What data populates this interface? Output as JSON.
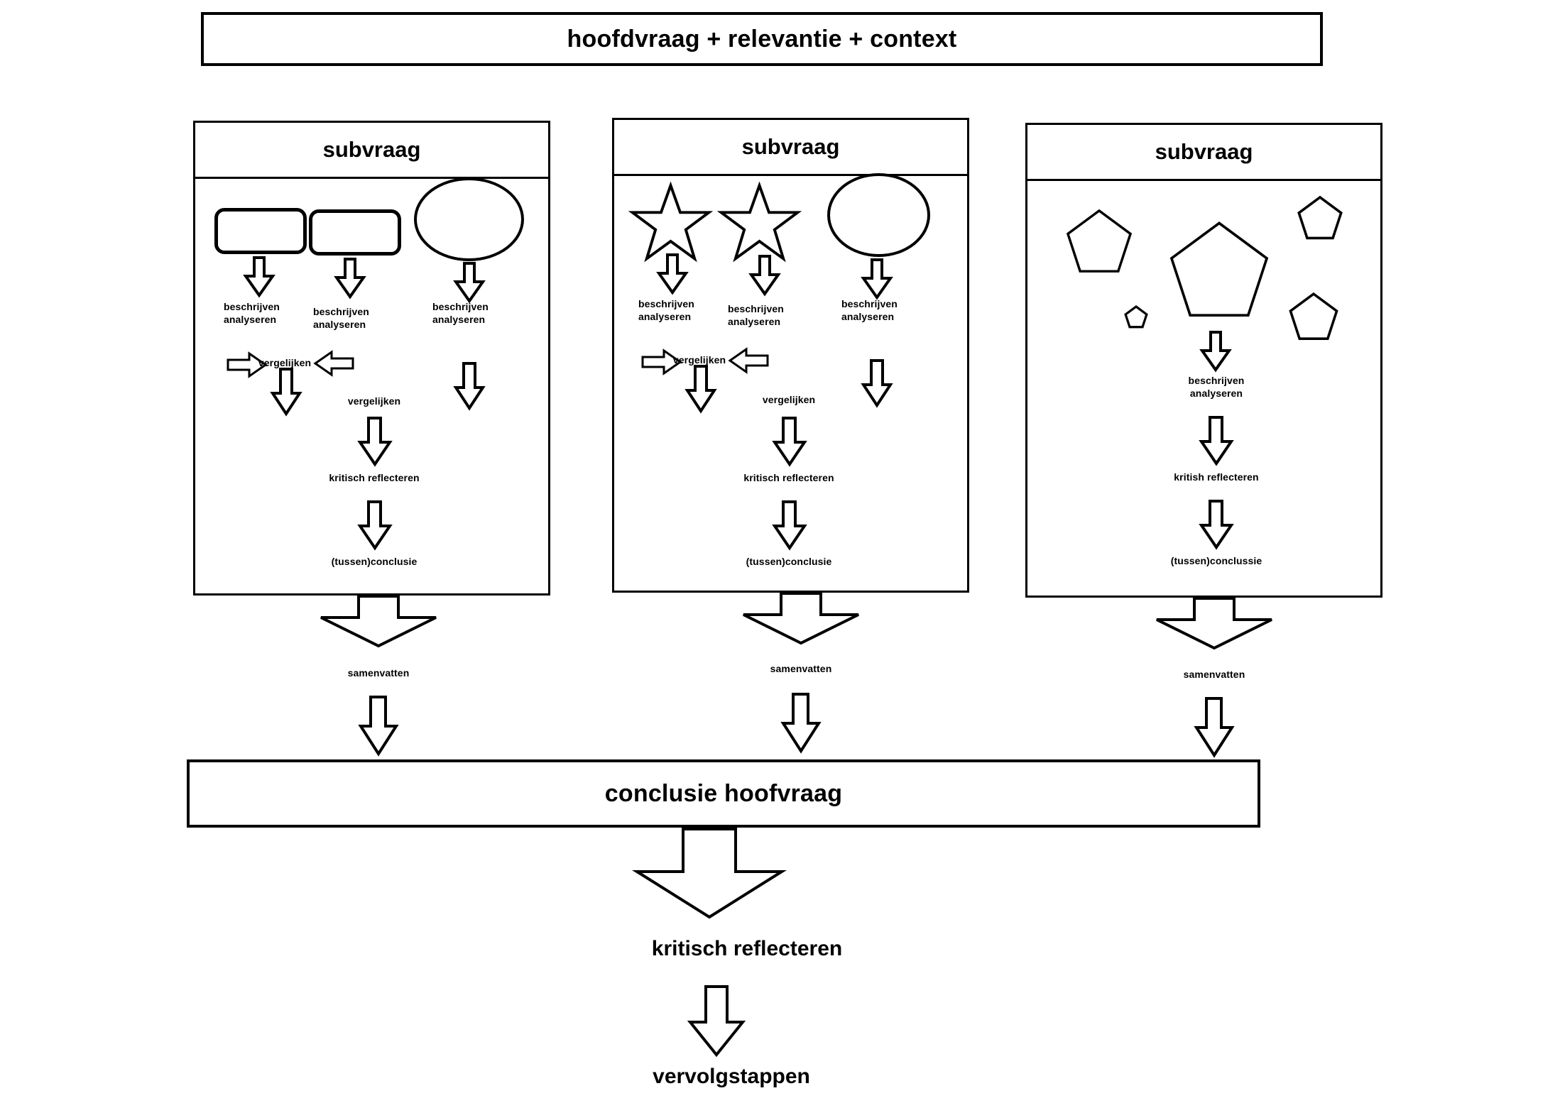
{
  "diagram": {
    "title_bar": {
      "label": "hoofdvraag + relevantie + context"
    },
    "conclusion_bar": {
      "label": "conclusie hoofvraag"
    },
    "final_steps": [
      {
        "label": "kritisch reflecteren"
      },
      {
        "label": "vervolgstappen"
      }
    ],
    "columns": [
      {
        "header": "subvraag",
        "shape_kind": "rounded-rectangle",
        "captions": {
          "source_a": "beschrijven\nanalyseren",
          "source_b": "beschrijven\nanalyseren",
          "source_c": "beschrijven\nanalyseren",
          "compare_pair": "vergelijken",
          "compare_all": "vergelijken",
          "reflect": "kritisch reflecteren",
          "conclusion": "(tussen)conclusie",
          "summarize": "samenvatten"
        }
      },
      {
        "header": "subvraag",
        "shape_kind": "star",
        "captions": {
          "source_a": "beschrijven\nanalyseren",
          "source_b": "beschrijven\nanalyseren",
          "source_c": "beschrijven\nanalyseren",
          "compare_pair": "vergelijken",
          "compare_all": "vergelijken",
          "reflect": "kritisch reflecteren",
          "conclusion": "(tussen)conclusie",
          "summarize": "samenvatten"
        }
      },
      {
        "header": "subvraag",
        "shape_kind": "pentagon",
        "captions": {
          "describe": "beschrijven\nanalyseren",
          "reflect": "kritish reflecteren",
          "conclusion": "(tussen)conclussie",
          "summarize": "samenvatten"
        }
      }
    ]
  },
  "colors": {
    "stroke": "#000000",
    "fill": "#ffffff",
    "background": "#ffffff"
  }
}
